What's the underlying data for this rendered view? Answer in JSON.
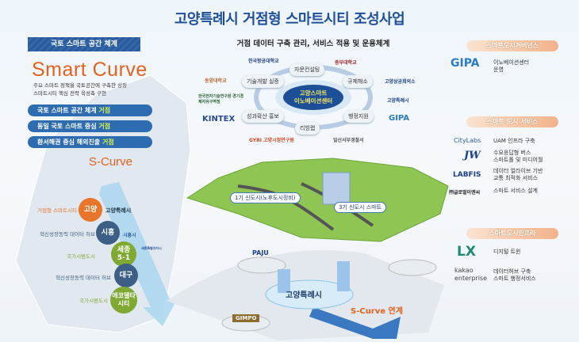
{
  "title": "고양특례시 거점형 스마트시티 조성사업",
  "left": {
    "banner": "국토 스마트 공간 체계",
    "smart_curve": "Smart Curve",
    "desc_line1": "주요 스마트 정책을 국토공간에 구축한 상징",
    "desc_line2": "스마트시티 핵심 전략 육성축 구현",
    "pills": [
      {
        "text": "국토 스마트 공간 체계",
        "highlight": "거점"
      },
      {
        "text": "동일 국토 스마트 중심",
        "highlight": "거점"
      },
      {
        "text": "환서해권 중심 해외진출",
        "highlight": "거점"
      }
    ],
    "s_curve": "S-Curve",
    "cities": [
      {
        "label": "거점형 스마트시티",
        "name": "고양",
        "logo": "고양특례시",
        "color": "#e8752a"
      },
      {
        "label": "혁신성장동력 데이터 허브",
        "name": "시흥",
        "logo": "시흥시",
        "color": "#3d5f85"
      },
      {
        "label": "국가시범도시",
        "name": "세종\n5-1",
        "logo": "세종특별자치시",
        "color": "#7fa933"
      },
      {
        "label": "혁신성장동력 데이터 허브",
        "name": "대구",
        "logo": "",
        "color": "#3d5f85"
      },
      {
        "label": "국가시범도시",
        "name": "에코델타\n시티",
        "logo": "",
        "color": "#7fa933"
      }
    ]
  },
  "center": {
    "subtitle": "거점 데이터 구축 관리, 서비스 적용 및 운용체계",
    "hub": "고양스마트\n이노베이션센터",
    "nodes": [
      "자문컨설팅",
      "규제해소",
      "행정지원",
      "리빙랩",
      "성과확산 홍보",
      "기술개발 실증"
    ],
    "logos": [
      "한국항공대학교",
      "중부대학교",
      "동양대학교",
      "한국전자기술연구원 경기경제자유구역청",
      "KINTEX",
      "GYRI 고양시정연구원",
      "일산서부경찰서",
      "고양상공회의소",
      "고양특례시",
      "GIPA"
    ],
    "city_labels": [
      "1기 신도시(노후도시정비)",
      "3기 신도시 스마트"
    ],
    "platform": "고양특례시",
    "paju": "PAJU",
    "gimpo": "GIMPO",
    "s_curve_link": "S-Curve 연계"
  },
  "right": {
    "governance": {
      "header": "스마트도시거버넌스",
      "items": [
        {
          "logo": "GIPA",
          "text": "이노베이션센터\n운영"
        }
      ]
    },
    "services": {
      "header": "스마트 도시 서비스",
      "items": [
        {
          "logo": "CityLabs",
          "text": "UAM 인프라 구축"
        },
        {
          "logo": "JW",
          "text": "수요응답형 버스\n스마트폴 및 미디어월"
        },
        {
          "logo": "LABFIS",
          "text": "데이터 얼라이브 기반\n교통 최적화 서비스"
        },
        {
          "logo": "㈜글로벌이엔씨",
          "text": "스마트 서비스 설계"
        }
      ]
    },
    "infra": {
      "header": "스마트도시인프라",
      "items": [
        {
          "logo": "LX",
          "text": "디지털 트윈"
        },
        {
          "logo": "kakao enterprise",
          "text": "데이터허브 구축\n스마트 행정서비스"
        }
      ]
    }
  },
  "colors": {
    "title": "#1f4f98",
    "accent_orange": "#e4621e",
    "pill_blue": "#2e6cb2",
    "highlight": "#d8f050"
  }
}
